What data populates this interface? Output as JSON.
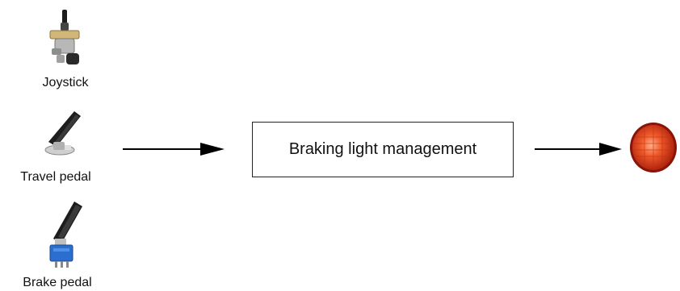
{
  "inputs": [
    {
      "id": "joystick",
      "label": "Joystick",
      "icon": "joystick-icon"
    },
    {
      "id": "travel",
      "label": "Travel pedal",
      "icon": "travel-pedal-icon"
    },
    {
      "id": "brake",
      "label": "Brake pedal",
      "icon": "brake-pedal-icon"
    }
  ],
  "process": {
    "label": "Braking light management"
  },
  "output": {
    "icon": "brake-light-icon",
    "color": "#e23a1a"
  }
}
